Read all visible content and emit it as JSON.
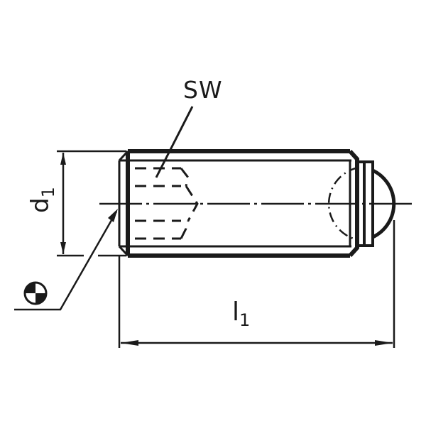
{
  "drawing": {
    "title": "Ball-end set screw (thrust screw) technical drawing",
    "labels": {
      "wrench_size": "SW",
      "diameter_main": "d",
      "diameter_sub": "1",
      "length_main": "l",
      "length_sub": "1"
    },
    "symbols": {
      "center_of_gravity": "centroid-symbol"
    },
    "colors": {
      "line": "#1a1a1a",
      "background": "#ffffff"
    }
  }
}
